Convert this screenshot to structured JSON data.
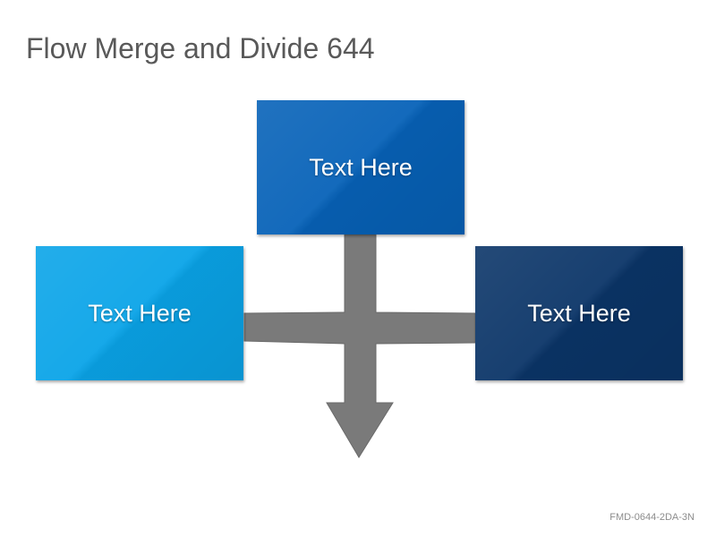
{
  "title": "Flow Merge and Divide 644",
  "boxes": {
    "top": {
      "label": "Text Here",
      "color": "#0762b8"
    },
    "left": {
      "label": "Text Here",
      "color": "#0aa4e8"
    },
    "right": {
      "label": "Text Here",
      "color": "#0b3568"
    }
  },
  "connector_color": "#7a7a7a",
  "footer_code": "FMD-0644-2DA-3N"
}
